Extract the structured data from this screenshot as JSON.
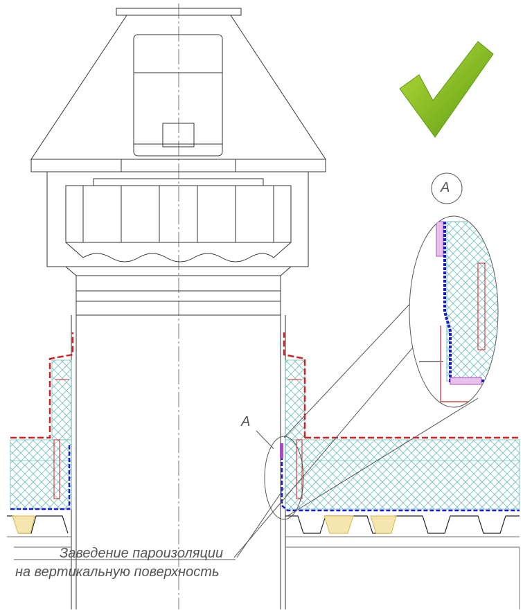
{
  "drawing": {
    "detail_marker_main": "A",
    "detail_marker_zoom": "A",
    "callout_line1": "Заведение пароизоляции",
    "callout_line2": "на вертикальную поверхность",
    "approval_icon": "checkmark-icon"
  },
  "colors": {
    "outline": "#333333",
    "membrane": "#d42020",
    "vapor_barrier": "#1a1acc",
    "insulation_hatch": "#6cc0c0",
    "check_green": "#7ab51d",
    "deck_insert": "#d9b44a"
  }
}
